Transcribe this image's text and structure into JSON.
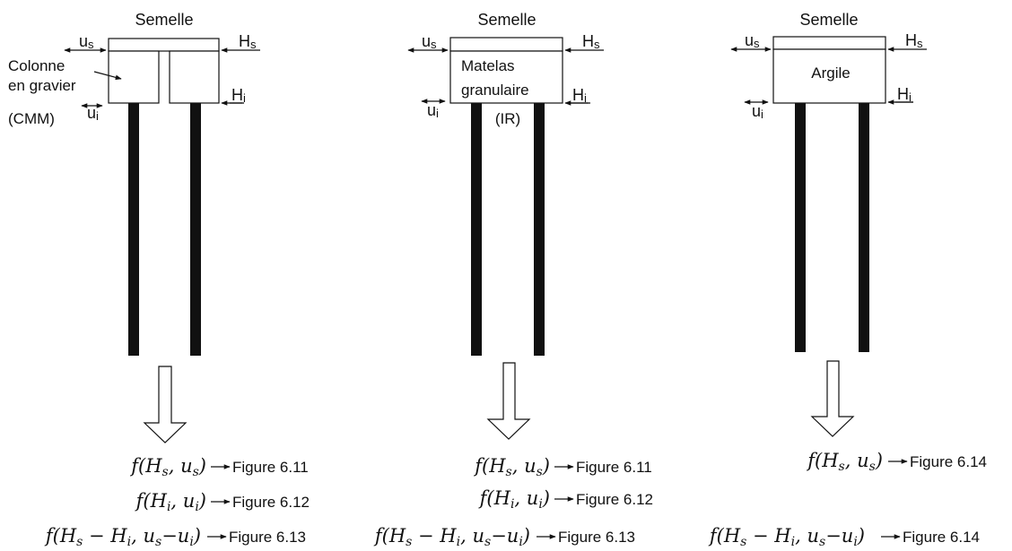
{
  "panels": [
    {
      "footing_label": "Semelle",
      "layer_label_lines": [
        "Colonne",
        "en gravier",
        "(CMM)"
      ],
      "us_label": {
        "base": "u",
        "sub": "s"
      },
      "hs_label": {
        "base": "H",
        "sub": "s"
      },
      "ui_label": {
        "base": "u",
        "sub": "i"
      },
      "hi_label": {
        "base": "H",
        "sub": "i"
      },
      "functions": [
        {
          "expr": "f(Hs, us)",
          "ref": "Figure 6.11"
        },
        {
          "expr": "f(Hi, ui)",
          "ref": "Figure 6.12"
        },
        {
          "expr": "f(Hs − Hi, us−ui)",
          "ref": "Figure 6.13"
        }
      ]
    },
    {
      "footing_label": "Semelle",
      "layer_label_lines": [
        "Matelas",
        "granulaire",
        "(IR)"
      ],
      "us_label": {
        "base": "u",
        "sub": "s"
      },
      "hs_label": {
        "base": "H",
        "sub": "s"
      },
      "ui_label": {
        "base": "u",
        "sub": "i"
      },
      "hi_label": {
        "base": "H",
        "sub": "i"
      },
      "functions": [
        {
          "expr": "f(Hs, us)",
          "ref": "Figure 6.11"
        },
        {
          "expr": "f(Hi, ui)",
          "ref": "Figure 6.12"
        },
        {
          "expr": "f(Hs − Hi, us−ui)",
          "ref": "Figure 6.13"
        }
      ]
    },
    {
      "footing_label": "Semelle",
      "layer_label_lines": [
        "Argile"
      ],
      "us_label": {
        "base": "u",
        "sub": "s"
      },
      "hs_label": {
        "base": "H",
        "sub": "s"
      },
      "ui_label": {
        "base": "u",
        "sub": "i"
      },
      "hi_label": {
        "base": "H",
        "sub": "i"
      },
      "functions": [
        {
          "expr": "f(Hs, us)",
          "ref": "Figure 6.14"
        },
        {
          "expr": "f(Hs − Hi, us−ui)",
          "ref": "Figure 6.14"
        }
      ]
    }
  ]
}
